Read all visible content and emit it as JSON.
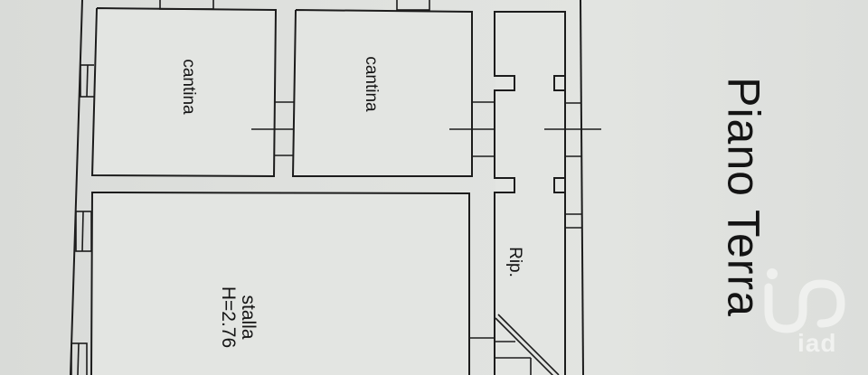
{
  "plan": {
    "title": "Piano Terra",
    "rooms": [
      {
        "id": "cantina-1",
        "label": "cantina"
      },
      {
        "id": "cantina-2",
        "label": "cantina"
      },
      {
        "id": "ripostiglio",
        "label": "Rip."
      },
      {
        "id": "stalla",
        "label": "stalla",
        "height_note": "H=2.76"
      }
    ]
  },
  "watermark": {
    "brand": "iad",
    "icon": "iad-logo-icon",
    "color": "#f1f2f0"
  },
  "colors": {
    "paper": "#dfe1de",
    "ink": "#1c1c1c"
  }
}
